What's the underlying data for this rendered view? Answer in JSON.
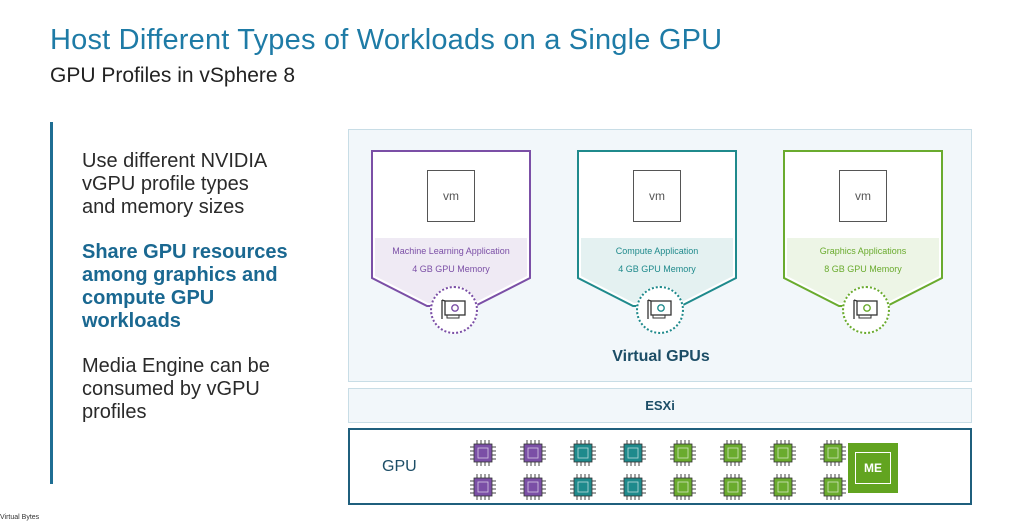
{
  "header": {
    "title": "Host Different Types of Workloads on a Single GPU",
    "subtitle": "GPU Profiles in vSphere 8"
  },
  "bullets": [
    {
      "text": "Use different NVIDIA\nvGPU profile types\nand memory sizes",
      "emphasis": false
    },
    {
      "text": "Share GPU resources\namong graphics and\ncompute GPU\nworkloads",
      "emphasis": true
    },
    {
      "text": "Media Engine can be\nconsumed by vGPU\nprofiles",
      "emphasis": false
    }
  ],
  "diagram": {
    "vm_cards": [
      {
        "vm_label": "vm",
        "app": "Machine Learning Application",
        "memory": "4 GB GPU Memory",
        "color": "#7b4fa6"
      },
      {
        "vm_label": "vm",
        "app": "Compute Application",
        "memory": "4 GB GPU Memory",
        "color": "#1f8a8c"
      },
      {
        "vm_label": "vm",
        "app": "Graphics Applications",
        "memory": "8 GB GPU Memory",
        "color": "#6aab2e"
      }
    ],
    "virtual_gpus_label": "Virtual GPUs",
    "esxi_label": "ESXi",
    "gpu_label": "GPU",
    "media_engine_label": "ME",
    "chip_colors": [
      "#7b4fa6",
      "#7b4fa6",
      "#1f8a8c",
      "#1f8a8c",
      "#6aab2e",
      "#6aab2e",
      "#6aab2e",
      "#6aab2e"
    ]
  },
  "footer": {
    "text": "Virtual Bytes"
  }
}
